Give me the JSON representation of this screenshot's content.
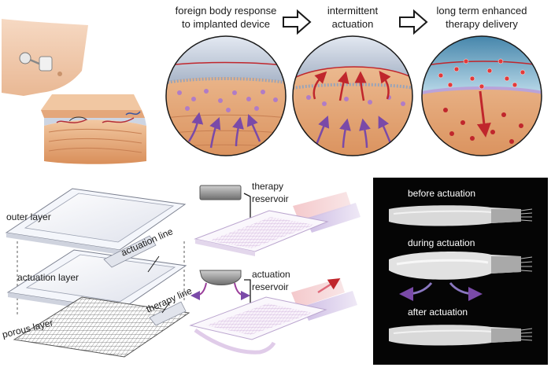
{
  "stages": [
    {
      "line1": "foreign body response",
      "line2": "to implanted device"
    },
    {
      "line1": "intermittent",
      "line2": "actuation"
    },
    {
      "line1": "long term enhanced",
      "line2": "therapy delivery"
    }
  ],
  "layers": {
    "outer": "outer layer",
    "actuation": "actuation layer",
    "porous": "porous layer",
    "actuation_line": "actuation line",
    "therapy_line": "therapy line"
  },
  "reservoirs": {
    "therapy_line1": "therapy",
    "therapy_line2": "reservoir",
    "actuation_line1": "actuation",
    "actuation_line2": "reservoir"
  },
  "photo": {
    "before": "before actuation",
    "during": "during actuation",
    "after": "after actuation"
  }
}
